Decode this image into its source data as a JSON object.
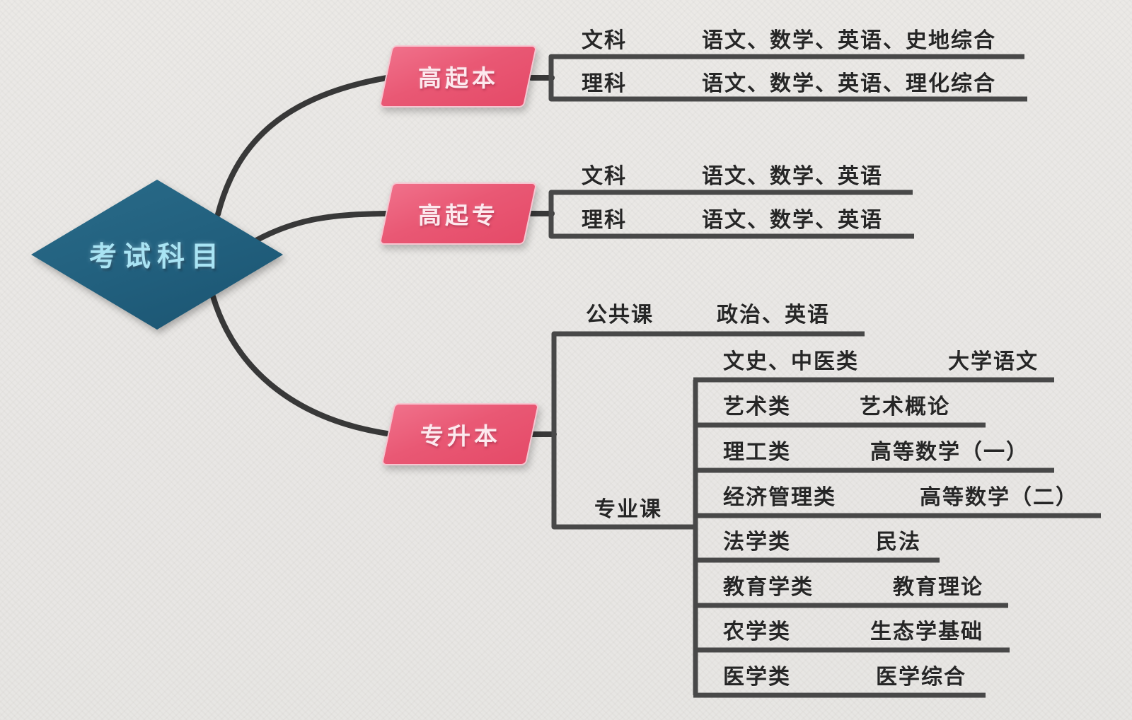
{
  "title": "考试科目",
  "colors": {
    "background": "#eae8e5",
    "root_fill": "#215f7d",
    "root_text": "#a9e4f4",
    "branch_fill": "#e95874",
    "branch_border": "#f6c6d1",
    "line": "#3a3a3a",
    "bracket": "#4a4a4a",
    "text": "#262626"
  },
  "root": {
    "label": "考试科目"
  },
  "branches": [
    {
      "label": "高起本",
      "children": [
        {
          "label": "文科",
          "subjects": "语文、数学、英语、史地综合"
        },
        {
          "label": "理科",
          "subjects": "语文、数学、英语、理化综合"
        }
      ]
    },
    {
      "label": "高起专",
      "children": [
        {
          "label": "文科",
          "subjects": "语文、数学、英语"
        },
        {
          "label": "理科",
          "subjects": "语文、数学、英语"
        }
      ]
    },
    {
      "label": "专升本",
      "children": [
        {
          "label": "公共课",
          "subjects": "政治、英语"
        },
        {
          "label": "专业课",
          "categories": [
            {
              "label": "文史、中医类",
              "subjects": "大学语文"
            },
            {
              "label": "艺术类",
              "subjects": "艺术概论"
            },
            {
              "label": "理工类",
              "subjects": "高等数学（一）"
            },
            {
              "label": "经济管理类",
              "subjects": "高等数学（二）"
            },
            {
              "label": "法学类",
              "subjects": "民法"
            },
            {
              "label": "教育学类",
              "subjects": "教育理论"
            },
            {
              "label": "农学类",
              "subjects": "生态学基础"
            },
            {
              "label": "医学类",
              "subjects": "医学综合"
            }
          ]
        }
      ]
    }
  ]
}
